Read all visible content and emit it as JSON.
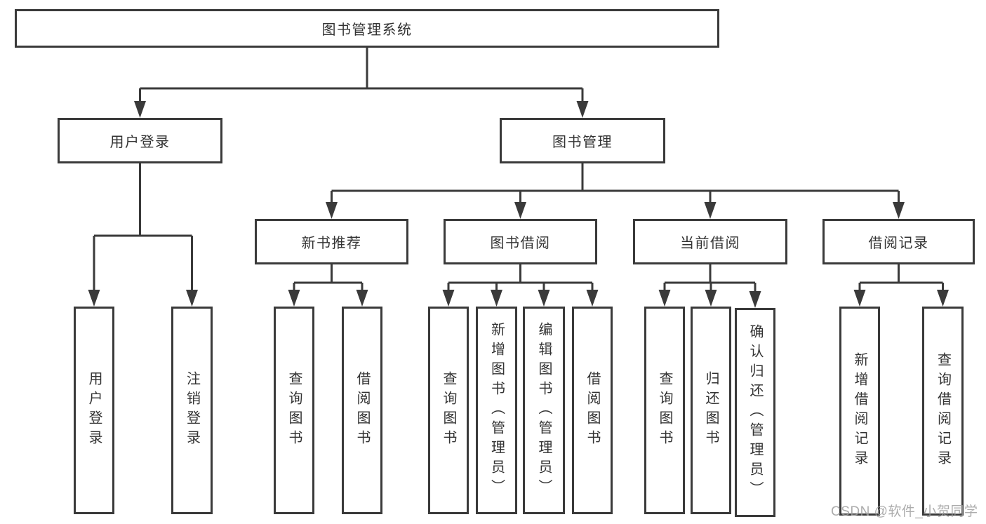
{
  "diagram": {
    "title": "图书管理系统",
    "watermark": "CSDN @软件_小贺同学",
    "colors": {
      "line": "#3a3a3a",
      "box_border": "#3a3a3a",
      "text": "#333333",
      "background": "#ffffff",
      "watermark": "#9e9e9e"
    },
    "nodes": {
      "root": {
        "label": "图书管理系统"
      },
      "user_login": {
        "label": "用户登录"
      },
      "book_mgmt": {
        "label": "图书管理"
      },
      "new_book_rec": {
        "label": "新书推荐"
      },
      "book_borrow": {
        "label": "图书借阅"
      },
      "current_borrow": {
        "label": "当前借阅"
      },
      "borrow_record": {
        "label": "借阅记录"
      },
      "login": {
        "label": "用户登录"
      },
      "logout": {
        "label": "注销登录"
      },
      "rec_query": {
        "label": "查询图书"
      },
      "rec_borrow": {
        "label": "借阅图书"
      },
      "bor_query": {
        "label": "查询图书"
      },
      "bor_add": {
        "label": "新增图书（管理员）"
      },
      "bor_edit": {
        "label": "编辑图书（管理员）"
      },
      "bor_borrow": {
        "label": "借阅图书"
      },
      "cur_query": {
        "label": "查询图书"
      },
      "cur_return": {
        "label": "归还图书"
      },
      "cur_confirm": {
        "label": "确认归还（管理员）"
      },
      "record_add": {
        "label": "新增借阅记录"
      },
      "record_query": {
        "label": "查询借阅记录"
      }
    },
    "edges": [
      {
        "from": "root",
        "to": [
          "user_login",
          "book_mgmt"
        ]
      },
      {
        "from": "user_login",
        "to": [
          "login",
          "logout"
        ]
      },
      {
        "from": "book_mgmt",
        "to": [
          "new_book_rec",
          "book_borrow",
          "current_borrow",
          "borrow_record"
        ]
      },
      {
        "from": "new_book_rec",
        "to": [
          "rec_query",
          "rec_borrow"
        ]
      },
      {
        "from": "book_borrow",
        "to": [
          "bor_query",
          "bor_add",
          "bor_edit",
          "bor_borrow"
        ]
      },
      {
        "from": "current_borrow",
        "to": [
          "cur_query",
          "cur_return",
          "cur_confirm"
        ]
      },
      {
        "from": "borrow_record",
        "to": [
          "record_add",
          "record_query"
        ]
      }
    ]
  }
}
